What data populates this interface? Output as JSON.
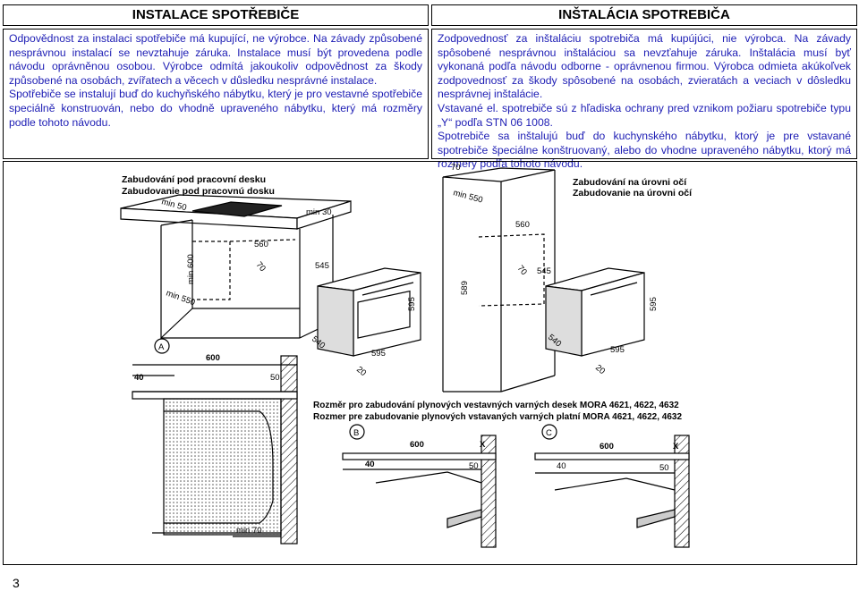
{
  "left": {
    "title": "INSTALACE SPOTŘEBIČE",
    "paragraphs": [
      "Odpovědnost za instalaci spotřebiče má kupující, ne výrobce. Na závady způsobené nesprávnou instalací se nevztahuje záruka. Instalace musí být provedena podle návodu oprávněnou osobou. Výrobce odmítá jakoukoliv odpovědnost za škody způsobené na osobách, zvířatech a věcech v důsledku nesprávné instalace.",
      "Spotřebiče se instalují buď do kuchyňského nábytku, který je pro vestavné spotřebiče speciálně konstruován, nebo do vhodně upraveného nábytku, který má rozměry podle tohoto návodu."
    ]
  },
  "right": {
    "title": "INŠTALÁCIA SPOTREBIČA",
    "paragraphs": [
      "Zodpovednosť za inštaláciu spotrebiča má kupújúci, nie výrobca. Na závady spôsobené nesprávnou inštaláciou sa nevzťahuje záruka. Inštalácia musí byť vykonaná podľa návodu odborne - oprávnenou firmou. Výrobca odmieta akúkoľvek zodpovednosť za škody spôsobené na osobách, zvieratách a veciach v dôsledku nesprávnej inštalácie.",
      "Vstavané el. spotrebiče sú z hľadiska ochrany pred vznikom požiaru spotrebiče typu „Y“ podľa STN 06 1008.",
      "Spotrebiče sa inštalujú buď do kuchynského nábytku, ktorý je pre vstavané spotrebiče špeciálne konštruovaný, alebo do vhodne upraveného nábytku, ktorý má rozmery podľa tohoto návodu."
    ]
  },
  "diagram": {
    "under_counter_cz": "Zabudování pod pracovní desku",
    "under_counter_sk": "Zabudovanie pod pracovnú dosku",
    "eye_level_cz": "Zabudování na úrovni očí",
    "eye_level_sk": "Zabudovanie na úrovni očí",
    "gas_cz": "Rozměr pro zabudování plynových vestavných varných desek MORA 4621, 4622, 4632",
    "gas_sk": "Rozmer pre zabudovanie plynových vstavaných varných platní MORA 4621, 4622, 4632",
    "dims": {
      "min50": "min 50",
      "min30": "min 30",
      "min600": "min 600",
      "min550": "min 550",
      "d560": "560",
      "d70": "70",
      "d545": "545",
      "d595": "595",
      "d540": "540",
      "d20": "20",
      "d589": "589",
      "d600": "600",
      "d40": "40",
      "d50": "50",
      "min70": "min 70",
      "x": "X",
      "A": "A",
      "B": "B",
      "C": "C"
    }
  },
  "page_number": "3"
}
